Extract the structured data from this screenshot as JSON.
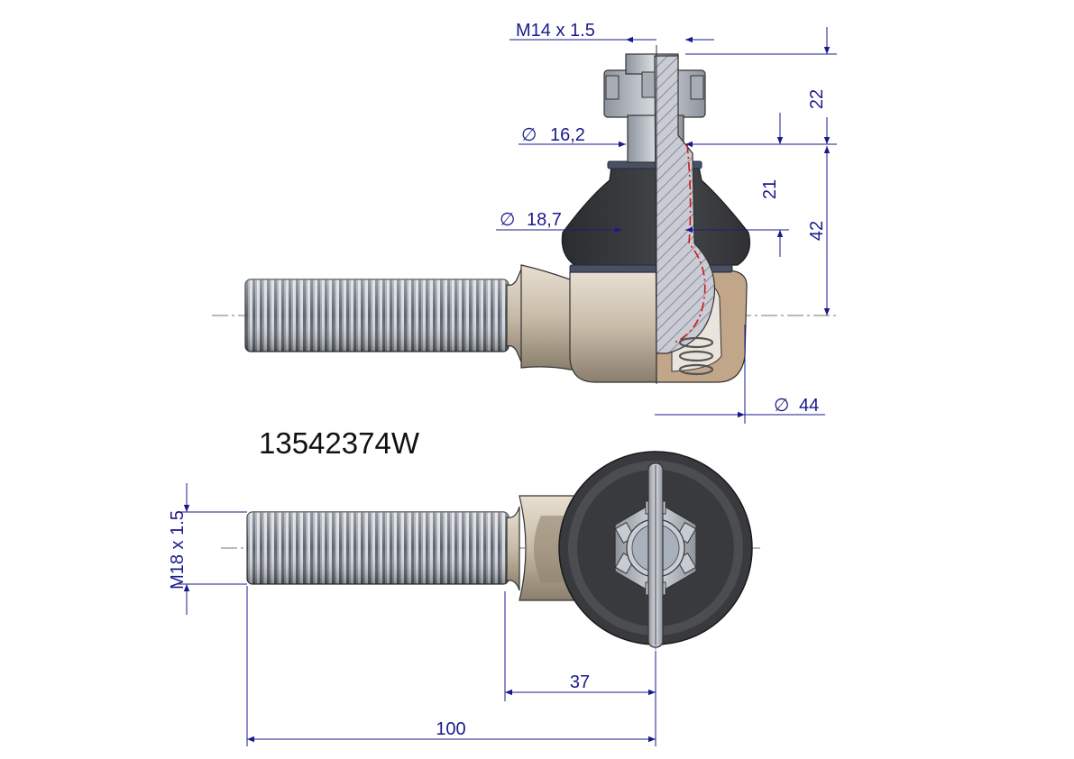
{
  "part_number": "13542374W",
  "colors": {
    "dimension": "#1a1a8c",
    "outline": "#222222",
    "rubber": "#3a3b3e",
    "metal_body": "#cbbfae",
    "section_hatch": "#7a7c86",
    "center_mark": "#d01818"
  },
  "dimensions": {
    "nut_thread": "M14 x 1.5",
    "nut_height": "22",
    "pin_diameter": "16,2",
    "cone_height": "21",
    "total_height": "42",
    "cone_diameter": "18,7",
    "housing_diameter": "44",
    "shank_thread": "M18 x 1.5",
    "shank_to_center": "37",
    "total_length": "100"
  },
  "diameter_symbol": "∅"
}
